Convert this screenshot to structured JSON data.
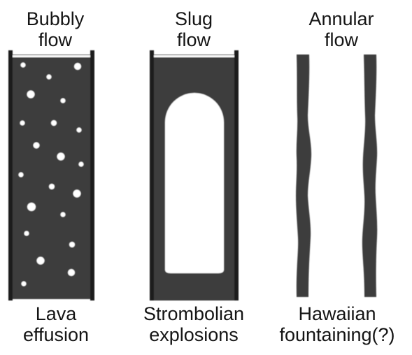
{
  "columns": [
    {
      "flow_type": [
        "Bubbly",
        "flow"
      ],
      "eruption_style": [
        "Lava",
        "effusion"
      ]
    },
    {
      "flow_type": [
        "Slug",
        "flow"
      ],
      "eruption_style": [
        "Strombolian",
        "explosions"
      ]
    },
    {
      "flow_type": [
        "Annular",
        "flow"
      ],
      "eruption_style": [
        "Hawaiian",
        "fountaining(?)"
      ]
    }
  ],
  "colors": {
    "magma": "#3d3d3d",
    "conduit_wall": "#1f1f1f",
    "gas": "#ffffff",
    "text": "#151515"
  }
}
